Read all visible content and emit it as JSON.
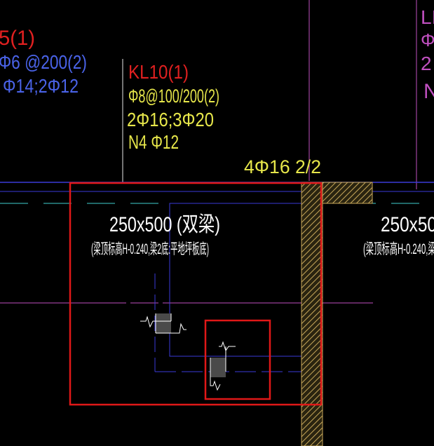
{
  "colors": {
    "background": "#000000",
    "red_text": "#e02020",
    "blue_text": "#4a63e8",
    "yellow_text": "#e6e64a",
    "white_text": "#ffffff",
    "magenta_line": "#c050c0",
    "blue_line": "#3a3ad8",
    "cyan_line": "#40d0d0",
    "hatch_fill": "#c8a85a",
    "highlight_box": "#e01818"
  },
  "left_beam": {
    "id": "5(1)",
    "stirrup": "Φ6 @200(2)",
    "bars": "Φ14;2Φ12"
  },
  "center_beam": {
    "id": "KL10(1)",
    "stirrup": "Φ8@100/200(2)",
    "bars": "2Φ16;3Φ20",
    "side": "N4 Φ12"
  },
  "right_beam": {
    "id": "LI",
    "stirrup": "Φ",
    "line2": "2",
    "line3": "N"
  },
  "top_rebar_note": "4Φ16  2/2",
  "section_left": {
    "size": "250x500  (双梁)",
    "note": "(梁顶标高H-0.240,梁2底:平地坪板底)"
  },
  "section_right": {
    "size": "250x50",
    "note": "(梁顶标高H-0.240,梁2"
  },
  "icons": {
    "break_symbol": "break-line-icon",
    "hatch": "hatch-pattern"
  }
}
